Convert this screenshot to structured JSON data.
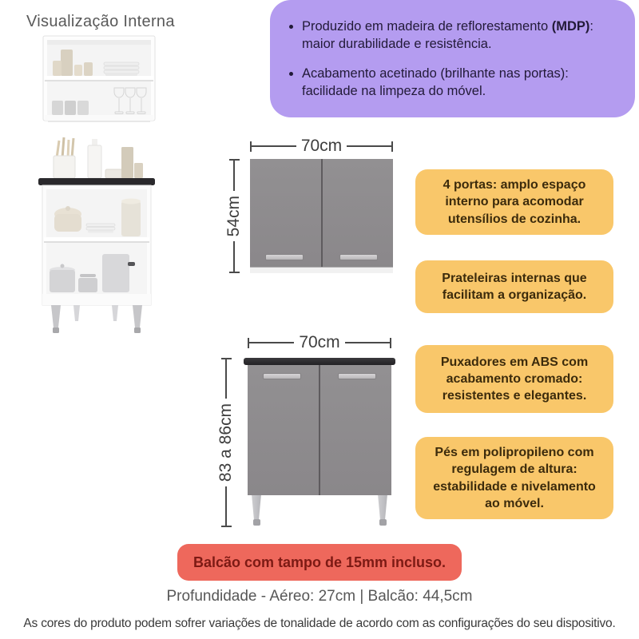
{
  "title": "Visualização Interna",
  "purple_box": {
    "items": [
      {
        "before": "Produzido em madeira de reflorestamento ",
        "bold": "(MDP)",
        "after": ": maior durabilidade e resistência."
      },
      {
        "before": "Acabamento acetinado (brilhante nas portas): facilidade na limpeza do móvel.",
        "bold": "",
        "after": ""
      }
    ]
  },
  "yellow_boxes": [
    "4 portas: amplo espaço interno para acomodar utensílios de cozinha.",
    "Prateleiras internas que facilitam a organização.",
    "Puxadores em ABS com acabamento cromado: resistentes e elegantes.",
    "Pés em polipropileno com regulagem de altura: estabilidade e nivelamento ao móvel."
  ],
  "red_box": "Balcão com tampo de 15mm incluso.",
  "drawings": {
    "aereo": {
      "width_label": "70cm",
      "height_label": "54cm"
    },
    "balcao": {
      "width_label": "70cm",
      "height_label": "83 a 86cm"
    }
  },
  "depth_info": "Profundidade - Aéreo: 27cm | Balcão: 44,5cm",
  "disclaimer": "As cores do produto podem sofrer variações de tonalidade de acordo com as configurações do seu dispositivo.",
  "colors": {
    "purple_bg": "#b49cf0",
    "purple_text": "#221a38",
    "yellow_bg": "#f9c76a",
    "yellow_text": "#3c2b0c",
    "red_bg": "#ee685c",
    "red_text": "#7c1a14",
    "cabinet_gray": "#8d8a8d",
    "countertop_black": "#29282b",
    "dimension_gray": "#4a4a4a",
    "title_gray": "#595959"
  }
}
